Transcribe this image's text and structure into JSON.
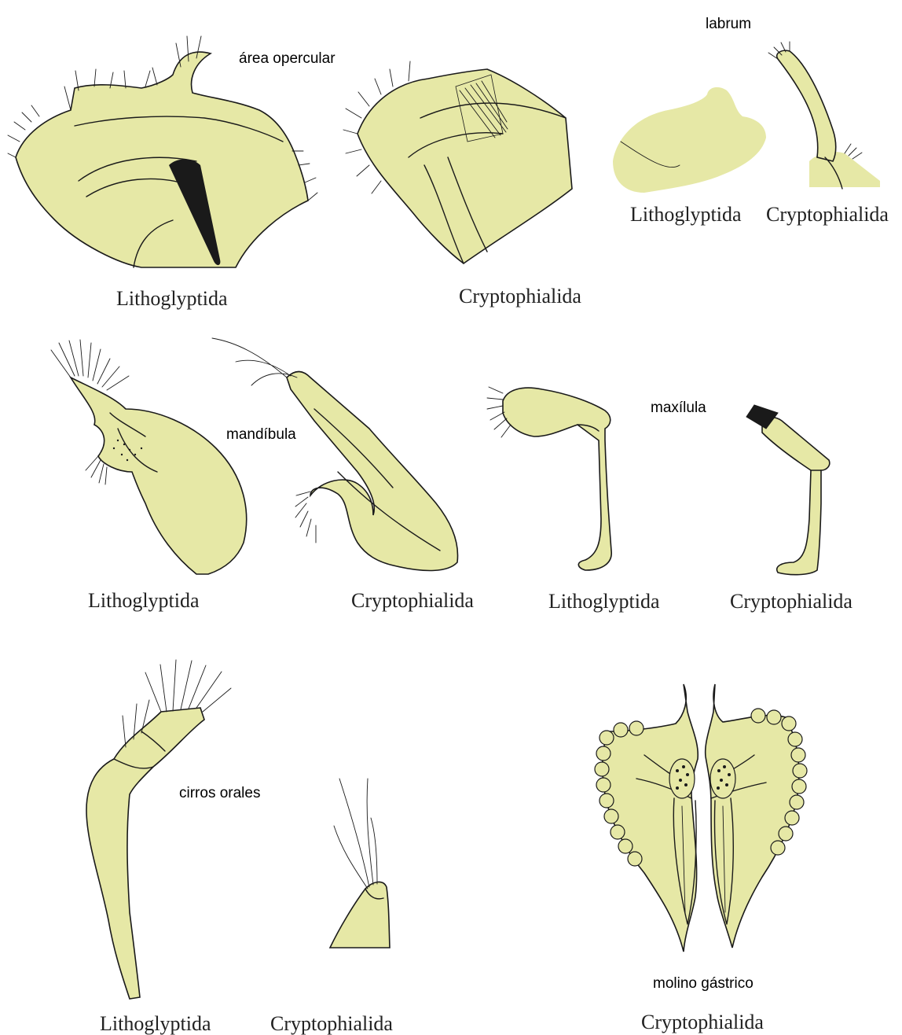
{
  "structures": {
    "opercular": "área opercular",
    "labrum": "labrum",
    "mandible": "mandíbula",
    "maxillule": "maxílula",
    "oral_cirri": "cirros orales",
    "gastric_mill": "molino gástrico"
  },
  "taxa": {
    "a": "Lithoglyptida",
    "b": "Cryptophialida"
  },
  "colors": {
    "specimen_fill": "#e6e8a6",
    "ink": "#1a1a1a",
    "background": "#ffffff"
  }
}
